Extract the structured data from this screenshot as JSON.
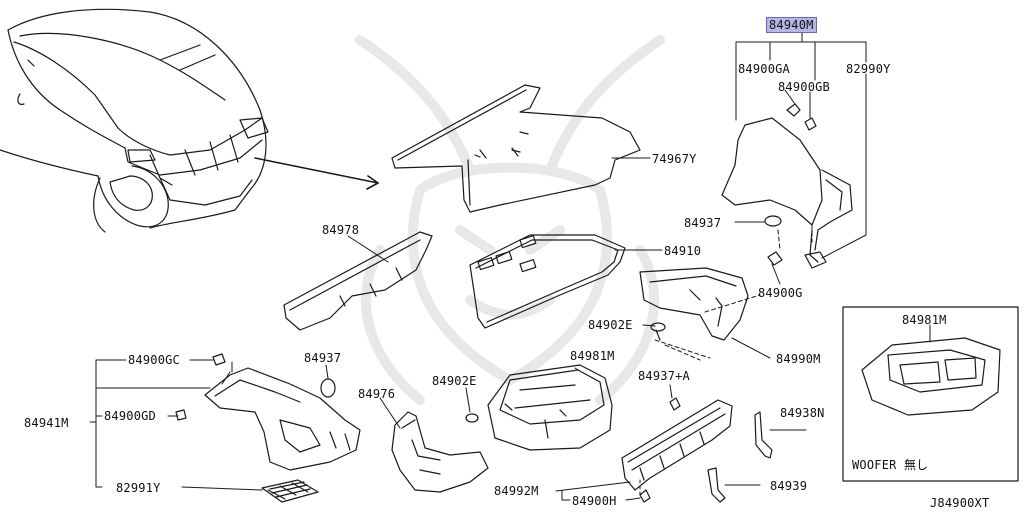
{
  "diagram": {
    "code": "J84900XT",
    "labels": {
      "p84940M": "84940M",
      "p84900GA": "84900GA",
      "p84900GB": "84900GB",
      "p82990Y": "82990Y",
      "p74967Y": "74967Y",
      "p84937_r": "84937",
      "p84978": "84978",
      "p84910": "84910",
      "p84900G": "84900G",
      "p84902E_r": "84902E",
      "p84990M": "84990M",
      "p84900GC": "84900GC",
      "p84937_l": "84937",
      "p84941M": "84941M",
      "p84900GD": "84900GD",
      "p82991Y": "82991Y",
      "p84976": "84976",
      "p84902E_c": "84902E",
      "p84981M_c": "84981M",
      "p84937A": "84937+A",
      "p84938N": "84938N",
      "p84992M": "84992M",
      "p84900H": "84900H",
      "p84939": "84939",
      "p84981M_box": "84981M",
      "woofer": "WOOFER 無し"
    }
  },
  "colors": {
    "line": "#1a1a1a",
    "highlight": "#b9b4e6",
    "watermark": "#e8e8e8"
  }
}
